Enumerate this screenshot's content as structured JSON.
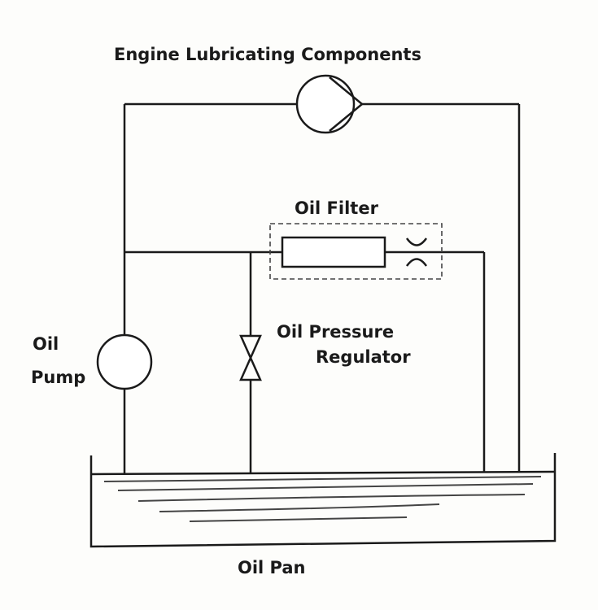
{
  "labels": {
    "engine": "Engine Lubricating Components",
    "filter": "Oil Filter",
    "regulator_line1": "Oil Pressure",
    "regulator_line2": "Regulator",
    "pump_line1": "Oil",
    "pump_line2": "Pump",
    "pan": "Oil Pan"
  },
  "colors": {
    "line": "#1a1a1a",
    "background": "#fdfdfb"
  }
}
